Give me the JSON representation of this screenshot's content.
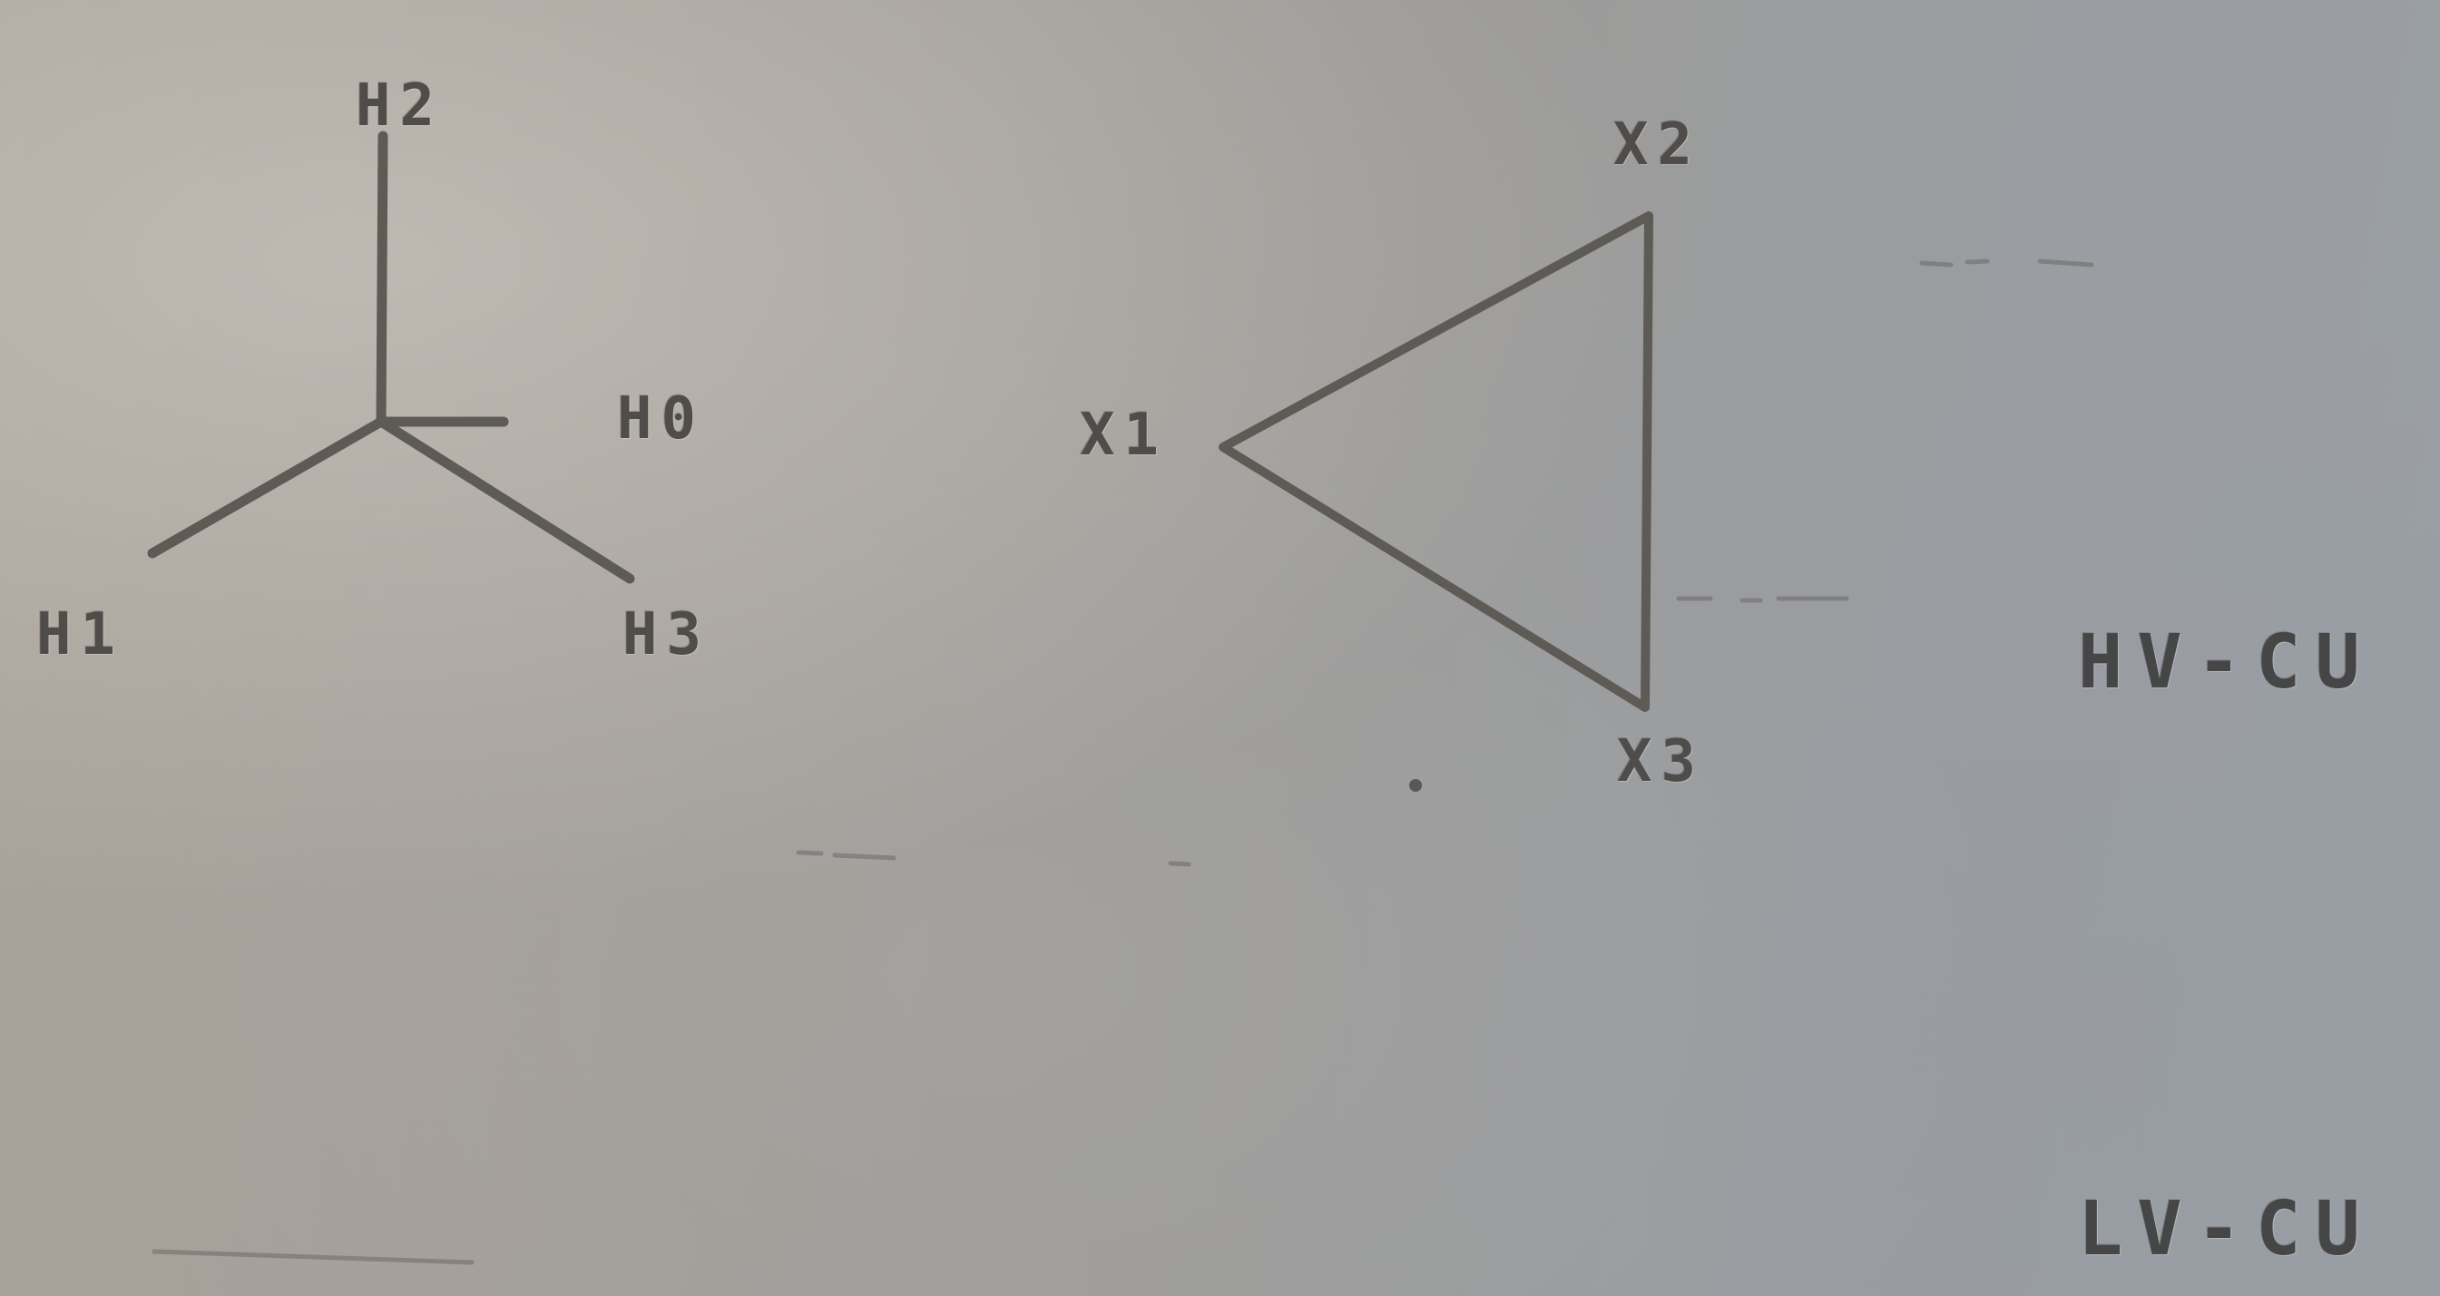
{
  "wye_winding": {
    "neutral_label": "H0",
    "terminal_labels": [
      "H1",
      "H2",
      "H3"
    ]
  },
  "delta_winding": {
    "terminal_labels": [
      "X1",
      "X2",
      "X3"
    ]
  },
  "voltage_side_labels": {
    "high": "HV-CU",
    "low": "LV-CU"
  },
  "colors": {
    "plate": "#a39e98",
    "engraving": "#4f4c4a"
  }
}
